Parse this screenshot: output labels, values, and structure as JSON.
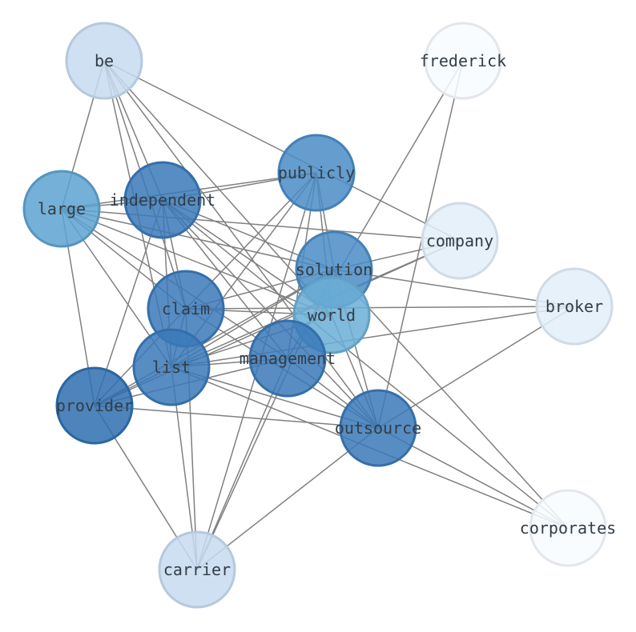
{
  "graph": {
    "nodes": [
      {
        "id": "be",
        "label": "be",
        "color": "#c6dbef"
      },
      {
        "id": "frederick",
        "label": "frederick",
        "color": "#f7fbff"
      },
      {
        "id": "publicly",
        "label": "publicly",
        "color": "#4a8cc6"
      },
      {
        "id": "independent",
        "label": "independent",
        "color": "#3a79b8"
      },
      {
        "id": "large",
        "label": "large",
        "color": "#5ca2d1"
      },
      {
        "id": "company",
        "label": "company",
        "color": "#e3eef9"
      },
      {
        "id": "solution",
        "label": "solution",
        "color": "#4a8cc6"
      },
      {
        "id": "broker",
        "label": "broker",
        "color": "#e3eef9"
      },
      {
        "id": "claim",
        "label": "claim",
        "color": "#3a79b8"
      },
      {
        "id": "world",
        "label": "world",
        "color": "#6aaed6"
      },
      {
        "id": "management",
        "label": "management",
        "color": "#3a79b8"
      },
      {
        "id": "list",
        "label": "list",
        "color": "#3a79b8"
      },
      {
        "id": "provider",
        "label": "provider",
        "color": "#2e6fb0"
      },
      {
        "id": "outsource",
        "label": "outsource",
        "color": "#3a79b8"
      },
      {
        "id": "corporates",
        "label": "corporates",
        "color": "#f7fbff"
      },
      {
        "id": "carrier",
        "label": "carrier",
        "color": "#c6dbef"
      }
    ],
    "edges": [
      [
        "be",
        "large"
      ],
      [
        "be",
        "independent"
      ],
      [
        "be",
        "claim"
      ],
      [
        "be",
        "list"
      ],
      [
        "be",
        "company"
      ],
      [
        "be",
        "world"
      ],
      [
        "be",
        "outsource"
      ],
      [
        "frederick",
        "outsource"
      ],
      [
        "frederick",
        "management"
      ],
      [
        "publicly",
        "independent"
      ],
      [
        "publicly",
        "large"
      ],
      [
        "publicly",
        "claim"
      ],
      [
        "publicly",
        "list"
      ],
      [
        "publicly",
        "solution"
      ],
      [
        "publicly",
        "world"
      ],
      [
        "publicly",
        "management"
      ],
      [
        "publicly",
        "carrier"
      ],
      [
        "independent",
        "large"
      ],
      [
        "independent",
        "claim"
      ],
      [
        "independent",
        "list"
      ],
      [
        "independent",
        "provider"
      ],
      [
        "independent",
        "management"
      ],
      [
        "independent",
        "outsource"
      ],
      [
        "independent",
        "world"
      ],
      [
        "independent",
        "corporates"
      ],
      [
        "independent",
        "solution"
      ],
      [
        "large",
        "company"
      ],
      [
        "large",
        "list"
      ],
      [
        "large",
        "provider"
      ],
      [
        "large",
        "claim"
      ],
      [
        "large",
        "world"
      ],
      [
        "large",
        "management"
      ],
      [
        "large",
        "solution"
      ],
      [
        "company",
        "list"
      ],
      [
        "company",
        "provider"
      ],
      [
        "company",
        "solution"
      ],
      [
        "solution",
        "broker"
      ],
      [
        "solution",
        "list"
      ],
      [
        "solution",
        "outsource"
      ],
      [
        "solution",
        "corporates"
      ],
      [
        "solution",
        "carrier"
      ],
      [
        "solution",
        "provider"
      ],
      [
        "solution",
        "claim"
      ],
      [
        "broker",
        "claim"
      ],
      [
        "broker",
        "outsource"
      ],
      [
        "broker",
        "list"
      ],
      [
        "claim",
        "list"
      ],
      [
        "claim",
        "outsource"
      ],
      [
        "claim",
        "carrier"
      ],
      [
        "claim",
        "provider"
      ],
      [
        "claim",
        "world"
      ],
      [
        "world",
        "list"
      ],
      [
        "world",
        "outsource"
      ],
      [
        "management",
        "list"
      ],
      [
        "management",
        "provider"
      ],
      [
        "management",
        "outsource"
      ],
      [
        "management",
        "carrier"
      ],
      [
        "list",
        "provider"
      ],
      [
        "list",
        "outsource"
      ],
      [
        "list",
        "corporates"
      ],
      [
        "list",
        "carrier"
      ],
      [
        "provider",
        "outsource"
      ],
      [
        "provider",
        "carrier"
      ],
      [
        "outsource",
        "carrier"
      ],
      [
        "outsource",
        "corporates"
      ]
    ]
  }
}
